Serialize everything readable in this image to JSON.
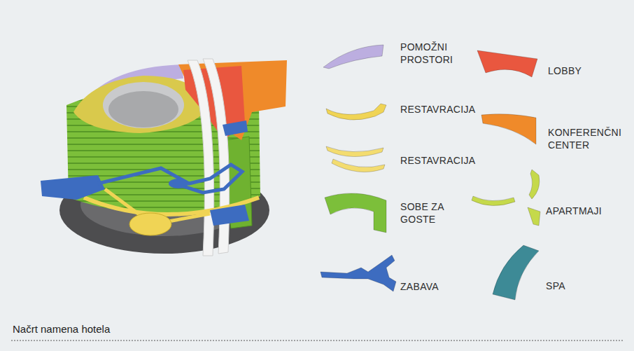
{
  "diagram": {
    "caption": "Načrt namena hotela",
    "legend": [
      {
        "text": "POMOŽNI PROSTORI",
        "color": "#bcaee0"
      },
      {
        "text": "LOBBY",
        "color": "#e9573f"
      },
      {
        "text": "RESTAVRACIJA",
        "color": "#f0d455"
      },
      {
        "text": "KONFERENČNI CENTER",
        "color": "#ef8a2a"
      },
      {
        "text": "RESTAVRACIJA",
        "color": "#f3dc70"
      },
      {
        "text": "SOBE ZA GOSTE",
        "color": "#7cbf3a"
      },
      {
        "text": "APARTMAJI",
        "color": "#c5d94b"
      },
      {
        "text": "ZABAVA",
        "color": "#3d6cc0"
      },
      {
        "text": "SPA",
        "color": "#3d8a96"
      }
    ]
  }
}
